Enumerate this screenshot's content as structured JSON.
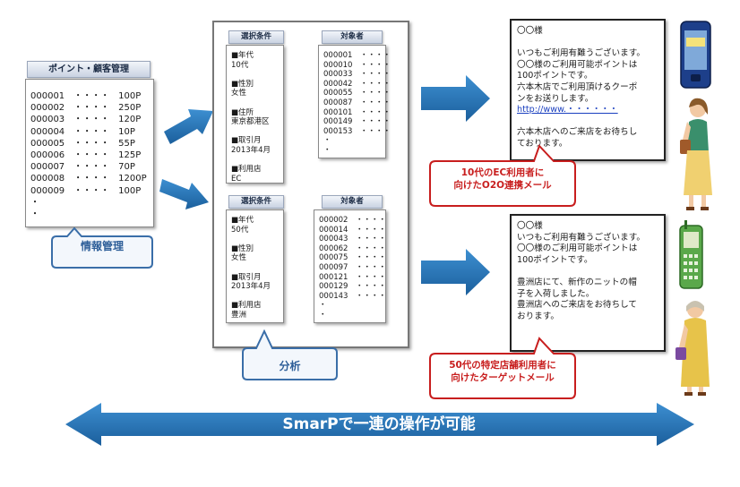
{
  "customer_panel": {
    "header": "ポイント・顧客管理",
    "rows": [
      "000001　・・・・　100P",
      "000002　・・・・　250P",
      "000003　・・・・　120P",
      "000004　・・・・　10P",
      "000005　・・・・　55P",
      "000006　・・・・　125P",
      "000007　・・・・　70P",
      "000008　・・・・　1200P",
      "000009　・・・・　100P",
      "・",
      "・"
    ],
    "callout": "情報管理"
  },
  "analysis": {
    "callout": "分析",
    "upper": {
      "cond_header": "選択条件",
      "cond_lines": [
        "■年代",
        "10代",
        "",
        "■性別",
        "女性",
        "",
        "■住所",
        "東京都港区",
        "",
        "■取引月",
        "2013年4月",
        "",
        "■利用店",
        "EC"
      ],
      "target_header": "対象者",
      "target_lines": [
        "000001　・・・・",
        "000010　・・・・",
        "000033　・・・・",
        "000042　・・・・",
        "000055　・・・・",
        "000087　・・・・",
        "000101　・・・・",
        "000149　・・・・",
        "000153　・・・・",
        "・",
        "・"
      ]
    },
    "lower": {
      "cond_header": "選択条件",
      "cond_lines": [
        "■年代",
        "50代",
        "",
        "■性別",
        "女性",
        "",
        "■取引月",
        "2013年4月",
        "",
        "■利用店",
        "豊洲"
      ],
      "target_header": "対象者",
      "target_lines": [
        "000002　・・・・",
        "000014　・・・・",
        "000043　・・・・",
        "000062　・・・・",
        "000075　・・・・",
        "000097　・・・・",
        "000121　・・・・",
        "000129　・・・・",
        "000143　・・・・",
        "・",
        "・"
      ]
    }
  },
  "mail_top": {
    "lines": [
      "〇〇様",
      "",
      "いつもご利用有難うございます。",
      "〇〇様のご利用可能ポイントは",
      "100ポイントです。",
      "六本木店でご利用頂けるクーポ",
      "ンをお送りします。",
      "http://www.・・・・・・",
      "",
      "六本木店へのご来店をお待ちし",
      "ております。"
    ],
    "callout": [
      "10代のEC利用者に",
      "向けたO2O連携メール"
    ]
  },
  "mail_bottom": {
    "lines": [
      "〇〇様",
      "いつもご利用有難うございます。",
      "〇〇様のご利用可能ポイントは",
      "100ポイントです。",
      "",
      "豊洲店にて、新作のニットの帽",
      "子を入荷しました。",
      "豊洲店へのご来店をお待ちして",
      "おります。"
    ],
    "callout": [
      "50代の特定店舗利用者に",
      "向けたターゲットメール"
    ]
  },
  "banner": {
    "text": "SmarPで一連の操作が可能"
  },
  "colors": {
    "arrow_blue": "#1f6fb3",
    "callout_red": "#c81e1e",
    "callout_blue": "#3a6ea8"
  }
}
